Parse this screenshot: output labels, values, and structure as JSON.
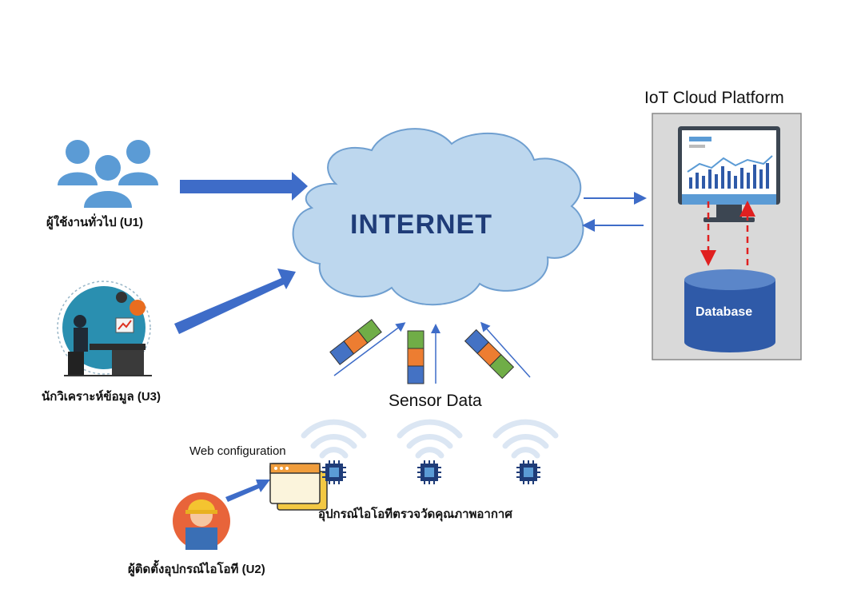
{
  "cloud": {
    "label": "INTERNET"
  },
  "platform": {
    "title": "IoT Cloud Platform",
    "database_label": "Database"
  },
  "actors": {
    "general_users": "ผู้ใช้งานทั่วไป (U1)",
    "analyst": "นักวิเคราะห์ข้อมูล (U3)",
    "installer": "ผู้ติดตั้งอุปกรณ์ไอโอที (U2)"
  },
  "web_config": {
    "label": "Web configuration"
  },
  "sensor": {
    "label": "Sensor Data"
  },
  "devices": {
    "label": "อุปกรณ์ไอโอทีตรวจวัดคุณภาพอากาศ"
  },
  "colors": {
    "arrow_blue": "#3e6cc8",
    "cloud_fill": "#bdd7ee",
    "cloud_stroke": "#6f9fd0",
    "internet_text": "#1f3c78",
    "platform_bg": "#d9d9d9",
    "database_fill": "#2f5aa8",
    "dashed_red": "#e02020",
    "packet_green": "#70ad47",
    "packet_orange": "#ed7d31",
    "packet_blue": "#4472c4"
  },
  "icons": [
    "users-icon",
    "analyst-icon",
    "engineer-icon",
    "monitor-dashboard-icon",
    "database-icon",
    "browser-window-icon",
    "wifi-icon",
    "chip-icon",
    "data-packet-icon"
  ]
}
